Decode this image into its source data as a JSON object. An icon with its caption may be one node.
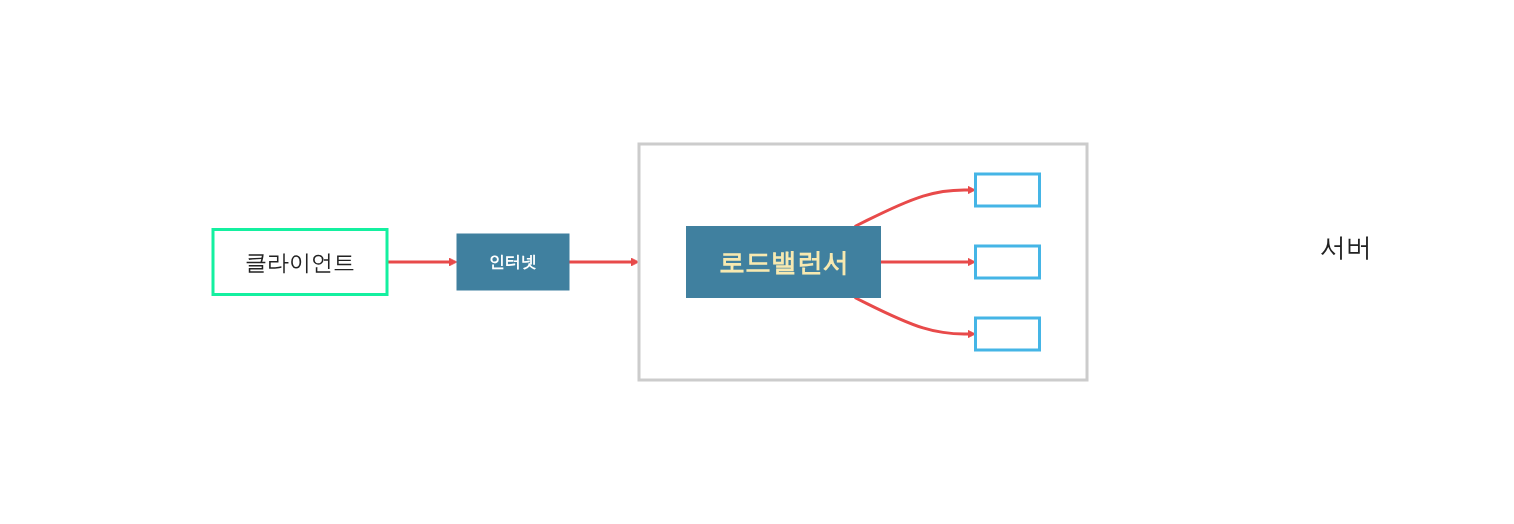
{
  "diagram": {
    "nodes": [
      {
        "text": [
          "클라이언트"
        ]
      },
      {
        "text": [
          "인터넷"
        ]
      },
      {
        "text": [],
        "shape": "box"
      },
      {
        "text": [
          "로드밸런서"
        ],
        "in": 2
      },
      {
        "text": [],
        "shape": "box",
        "in": 2
      },
      {
        "text": [],
        "shape": "box",
        "in": 2
      },
      {
        "text": [],
        "shape": "box",
        "in": 2
      }
    ],
    "edges": [
      {
        "from": 0,
        "to": 1,
        "arrow": "to"
      },
      {
        "from": 1,
        "to": 2,
        "arrow": "to"
      },
      {
        "from": 3,
        "to": 4,
        "arrow": "to"
      },
      {
        "from": 3,
        "to": 5,
        "arrow": "to"
      },
      {
        "from": 3,
        "to": 6,
        "arrow": "to"
      }
    ],
    "labels": [
      "서버"
    ]
  }
}
